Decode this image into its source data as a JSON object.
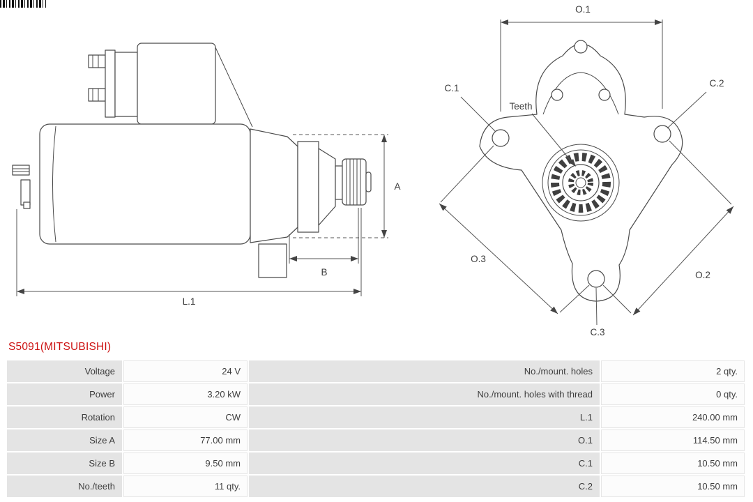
{
  "part_number": "S5091(MITSUBISHI)",
  "colors": {
    "part_number_red": "#cc1111",
    "drawing_line": "#4a4a4a",
    "table_label_bg": "#e4e4e4",
    "table_value_bg": "#fcfcfc"
  },
  "diagrams": {
    "side_view": {
      "dim_a": "A",
      "dim_b": "B",
      "dim_l1": "L.1"
    },
    "front_view": {
      "dim_o1": "O.1",
      "dim_o2": "O.2",
      "dim_o3": "O.3",
      "dim_c1": "C.1",
      "dim_c2": "C.2",
      "dim_c3": "C.3",
      "teeth_label": "Teeth"
    }
  },
  "spec_table": {
    "rows": [
      {
        "left_label": "Voltage",
        "left_value": "24 V",
        "right_label": "No./mount. holes",
        "right_value": "2 qty."
      },
      {
        "left_label": "Power",
        "left_value": "3.20 kW",
        "right_label": "No./mount. holes with thread",
        "right_value": "0 qty."
      },
      {
        "left_label": "Rotation",
        "left_value": "CW",
        "right_label": "L.1",
        "right_value": "240.00 mm"
      },
      {
        "left_label": "Size A",
        "left_value": "77.00 mm",
        "right_label": "O.1",
        "right_value": "114.50 mm"
      },
      {
        "left_label": "Size B",
        "left_value": "9.50 mm",
        "right_label": "C.1",
        "right_value": "10.50 mm"
      },
      {
        "left_label": "No./teeth",
        "left_value": "11 qty.",
        "right_label": "C.2",
        "right_value": "10.50 mm"
      }
    ]
  }
}
